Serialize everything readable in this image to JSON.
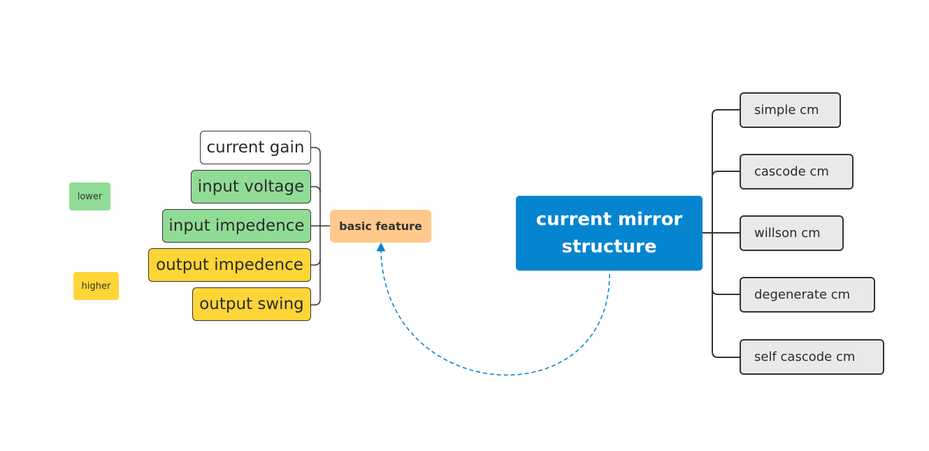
{
  "central_topic": {
    "line1": "current mirror",
    "line2": "structure"
  },
  "hub": {
    "label": "basic feature"
  },
  "cm_types": [
    "simple cm",
    "cascode cm",
    "willson cm",
    "degenerate cm",
    "self cascode cm"
  ],
  "features": [
    "current gain",
    "input voltage",
    "input impedence",
    "output impedence",
    "output swing"
  ],
  "legend": {
    "lower": "lower",
    "higher": "higher"
  },
  "colors": {
    "central": "#0585d0",
    "hub": "#ffc98c",
    "lower": "#90dc96",
    "higher": "#fed536",
    "cm_node": "#e9e9e9",
    "connector": "#333333",
    "relationship": "#0585d0"
  }
}
